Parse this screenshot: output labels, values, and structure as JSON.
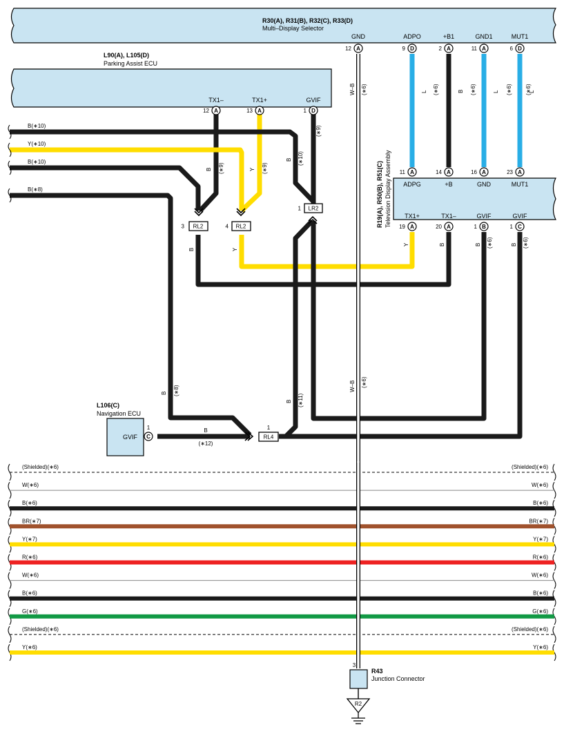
{
  "colors": {
    "box_fill": "#c9e4f2",
    "wire_blue": "#29aee6",
    "wire_black": "#1a1a1a",
    "wire_yellow": "#ffdd00",
    "wire_brown": "#a0522d",
    "wire_red": "#ee2222",
    "wire_green": "#119944",
    "wire_white": "#ffffff"
  },
  "mds": {
    "title": "R30(A), R31(B), R32(C), R33(D)",
    "subtitle": "Multi–Display Selector",
    "gnd": {
      "label": "GND",
      "num": "12",
      "conn": "A"
    },
    "pins": [
      {
        "label": "ADPO",
        "num": "9",
        "conn": "D",
        "wire": "L",
        "note": "(∗6)"
      },
      {
        "label": "+B1",
        "num": "2",
        "conn": "A",
        "wire": "B",
        "note": "(∗6)"
      },
      {
        "label": "GND1",
        "num": "11",
        "conn": "A",
        "wire": "L",
        "note": "(∗6)"
      },
      {
        "label": "MUT1",
        "num": "6",
        "conn": "D",
        "wire": "L",
        "note": "(∗6)"
      }
    ]
  },
  "pa": {
    "title": "L90(A), L105(D)",
    "subtitle": "Parking Assist ECU",
    "pins": [
      {
        "label": "TX1–",
        "num": "12",
        "conn": "A"
      },
      {
        "label": "TX1+",
        "num": "13",
        "conn": "A"
      },
      {
        "label": "GVIF",
        "num": "1",
        "conn": "D"
      }
    ]
  },
  "tv": {
    "title": "R19(A), R50(B), R51(C)",
    "subtitle": "Television Display Assembly",
    "top_pins": [
      {
        "label": "ADPG",
        "num": "11",
        "conn": "A"
      },
      {
        "label": "+B",
        "num": "14",
        "conn": "A"
      },
      {
        "label": "GND",
        "num": "16",
        "conn": "A"
      },
      {
        "label": "MUT1",
        "num": "23",
        "conn": "A"
      }
    ],
    "bottom_pins": [
      {
        "label": "TX1+",
        "num": "19",
        "conn": "A"
      },
      {
        "label": "TX1–",
        "num": "20",
        "conn": "A"
      },
      {
        "label": "GVIF",
        "num": "1",
        "conn": "B"
      },
      {
        "label": "GVIF",
        "num": "1",
        "conn": "C"
      }
    ]
  },
  "nav": {
    "title": "L106(C)",
    "subtitle": "Navigation ECU",
    "pin_label": "GVIF",
    "num": "1",
    "conn": "C"
  },
  "junction": {
    "title": "R43",
    "subtitle": "Junction Connector",
    "pin": "3",
    "ground": "R2"
  },
  "connectors": {
    "rl2a": {
      "name": "RL2",
      "pin": "3"
    },
    "rl2b": {
      "name": "RL2",
      "pin": "4"
    },
    "lr2": {
      "name": "LR2",
      "pin": "1"
    },
    "rl4": {
      "name": "RL4",
      "pin": "1"
    }
  },
  "wire_labels": {
    "gnd_wire": "W–B",
    "gnd_note": "(∗6)",
    "left_b10a": "B(∗10)",
    "left_y10": "Y(∗10)",
    "left_b10b": "B(∗10)",
    "left_b8": "B(∗8)",
    "b": "B",
    "y": "Y",
    "n9": "(∗9)",
    "n10": "(∗10)",
    "n8": "(∗8)",
    "n11": "(∗11)",
    "n12": "(∗12)",
    "n6": "(∗6)"
  },
  "harness": [
    {
      "label": "(Shielded)(∗6)",
      "kind": "shield"
    },
    {
      "label": "W(∗6)",
      "kind": "white"
    },
    {
      "label": "B(∗6)",
      "kind": "black"
    },
    {
      "label": "BR(∗7)",
      "kind": "brown"
    },
    {
      "label": "Y(∗7)",
      "kind": "yellow"
    },
    {
      "label": "R(∗6)",
      "kind": "red"
    },
    {
      "label": "W(∗6)",
      "kind": "white"
    },
    {
      "label": "B(∗6)",
      "kind": "black"
    },
    {
      "label": "G(∗6)",
      "kind": "green"
    },
    {
      "label": "(Shielded)(∗6)",
      "kind": "shield"
    },
    {
      "label": "Y(∗6)",
      "kind": "yellow"
    }
  ]
}
